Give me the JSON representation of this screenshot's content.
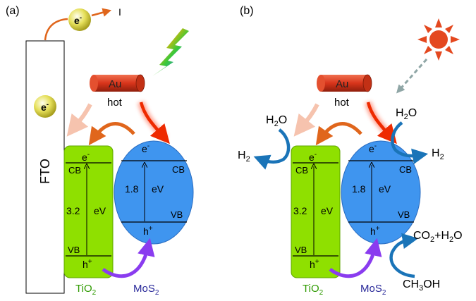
{
  "panels": [
    {
      "id": "a",
      "label": "(a)",
      "electrode": "FTO",
      "electron_symbol": "e",
      "current_label": "I",
      "rod_label": "Au",
      "hot_label": "hot",
      "tio2": {
        "top": "e",
        "cb": "CB",
        "gap": "3.2",
        "unit": "eV",
        "vb": "VB",
        "bottom": "h",
        "name_main": "TiO",
        "name_sub": "2"
      },
      "mos2": {
        "top": "e",
        "cb": "CB",
        "gap": "1.8",
        "unit": "eV",
        "vb": "VB",
        "bottom": "h",
        "name_main": "MoS",
        "name_sub": "2"
      }
    },
    {
      "id": "b",
      "label": "(b)",
      "rod_label": "Au",
      "hot_label": "hot",
      "tio2": {
        "top": "e",
        "cb": "CB",
        "gap": "3.2",
        "unit": "eV",
        "vb": "VB",
        "bottom": "h",
        "name_main": "TiO",
        "name_sub": "2"
      },
      "mos2": {
        "top": "e",
        "cb": "CB",
        "gap": "1.8",
        "unit": "eV",
        "vb": "VB",
        "bottom": "h",
        "name_main": "MoS",
        "name_sub": "2"
      },
      "reactions": {
        "h2o": "H",
        "h2o_sub": "2",
        "h2o_o": "O",
        "h2": "H",
        "h2_sub": "2",
        "co2": "CO",
        "co2_sub": "2",
        "plus_h2o": "+H",
        "plus_h2o_sub": "2",
        "plus_h2o_o": "O",
        "ch3": "CH",
        "ch3_sub": "3",
        "ch3_oh": "OH"
      }
    }
  ],
  "colors": {
    "tio2_fill": "#8fe000",
    "tio2_label": "#2e9a00",
    "mos2_fill": "#3f95ef",
    "mos2_label": "#2a2a9a",
    "au": "#d9391c",
    "hot_arrow": "#ee2a00",
    "pale_arrow": "#f6c3ae",
    "orange_arrow": "#e0661c",
    "purple_arrow": "#8a3cef",
    "blue_arrow": "#1a74b8",
    "sun": "#e4481f"
  }
}
